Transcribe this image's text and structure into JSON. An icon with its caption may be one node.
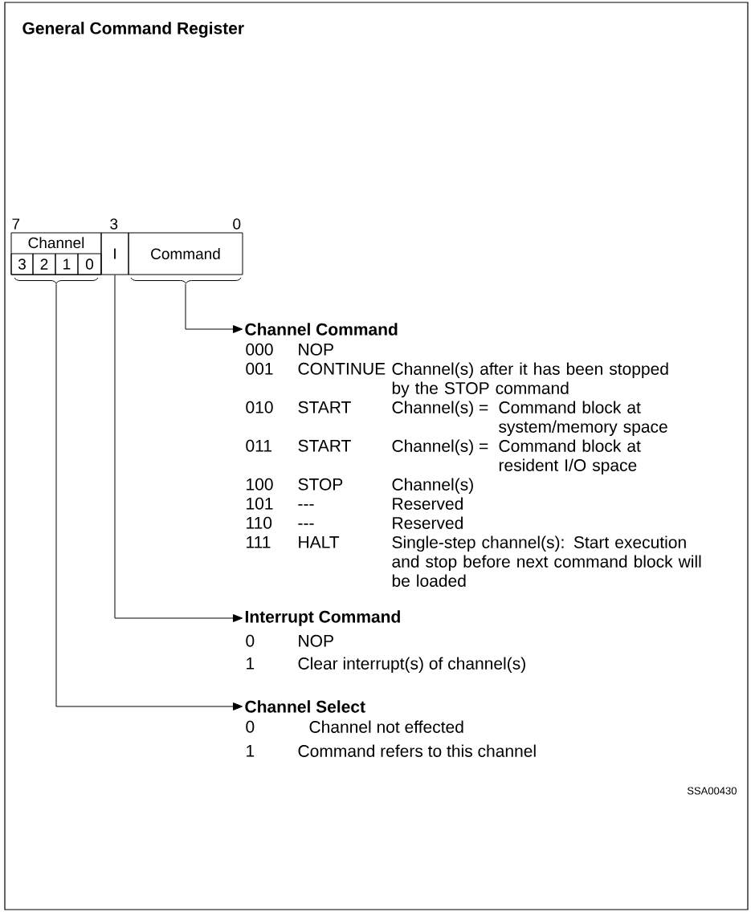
{
  "diagram": {
    "title": "General Command Register",
    "nodes": [
      {
        "text": [
          "Channel"
        ]
      },
      {
        "text": [
          "3"
        ],
        "in": 0
      },
      {
        "text": [
          "2"
        ],
        "in": 0
      },
      {
        "text": [
          "1"
        ],
        "in": 0
      },
      {
        "text": [
          "0"
        ],
        "in": 0
      },
      {
        "text": [
          "I"
        ]
      },
      {
        "text": [
          "Command"
        ]
      },
      {
        "text": [
          "Channel Command"
        ]
      },
      {
        "text": [
          "Interrupt Command"
        ]
      },
      {
        "text": [
          "Channel Select"
        ]
      }
    ],
    "edges": [
      {
        "from": 6,
        "to": 7,
        "arrow": "to"
      },
      {
        "from": 5,
        "to": 8,
        "arrow": "to"
      },
      {
        "from": 0,
        "to": 9,
        "arrow": "to"
      }
    ],
    "labels": [
      "7",
      "3",
      "0",
      "000",
      "NOP",
      "001",
      "CONTINUE",
      "Channel(s) after it has been stopped by the STOP command",
      "010",
      "START",
      "Channel(s) =",
      "Command block at system/memory space",
      "011",
      "START",
      "Channel(s) =",
      "Command block at resident I/O space",
      "100",
      "STOP",
      "Channel(s)",
      "101",
      "---",
      "Reserved",
      "110",
      "---",
      "Reserved",
      "111",
      "HALT",
      "Single-step channel(s): Start execution and stop before next command block will be loaded",
      "0",
      "NOP",
      "1",
      "Clear interrupt(s) of channel(s)",
      "0",
      "Channel not effected",
      "1",
      "Command refers to this channel",
      "SSA00430"
    ]
  }
}
